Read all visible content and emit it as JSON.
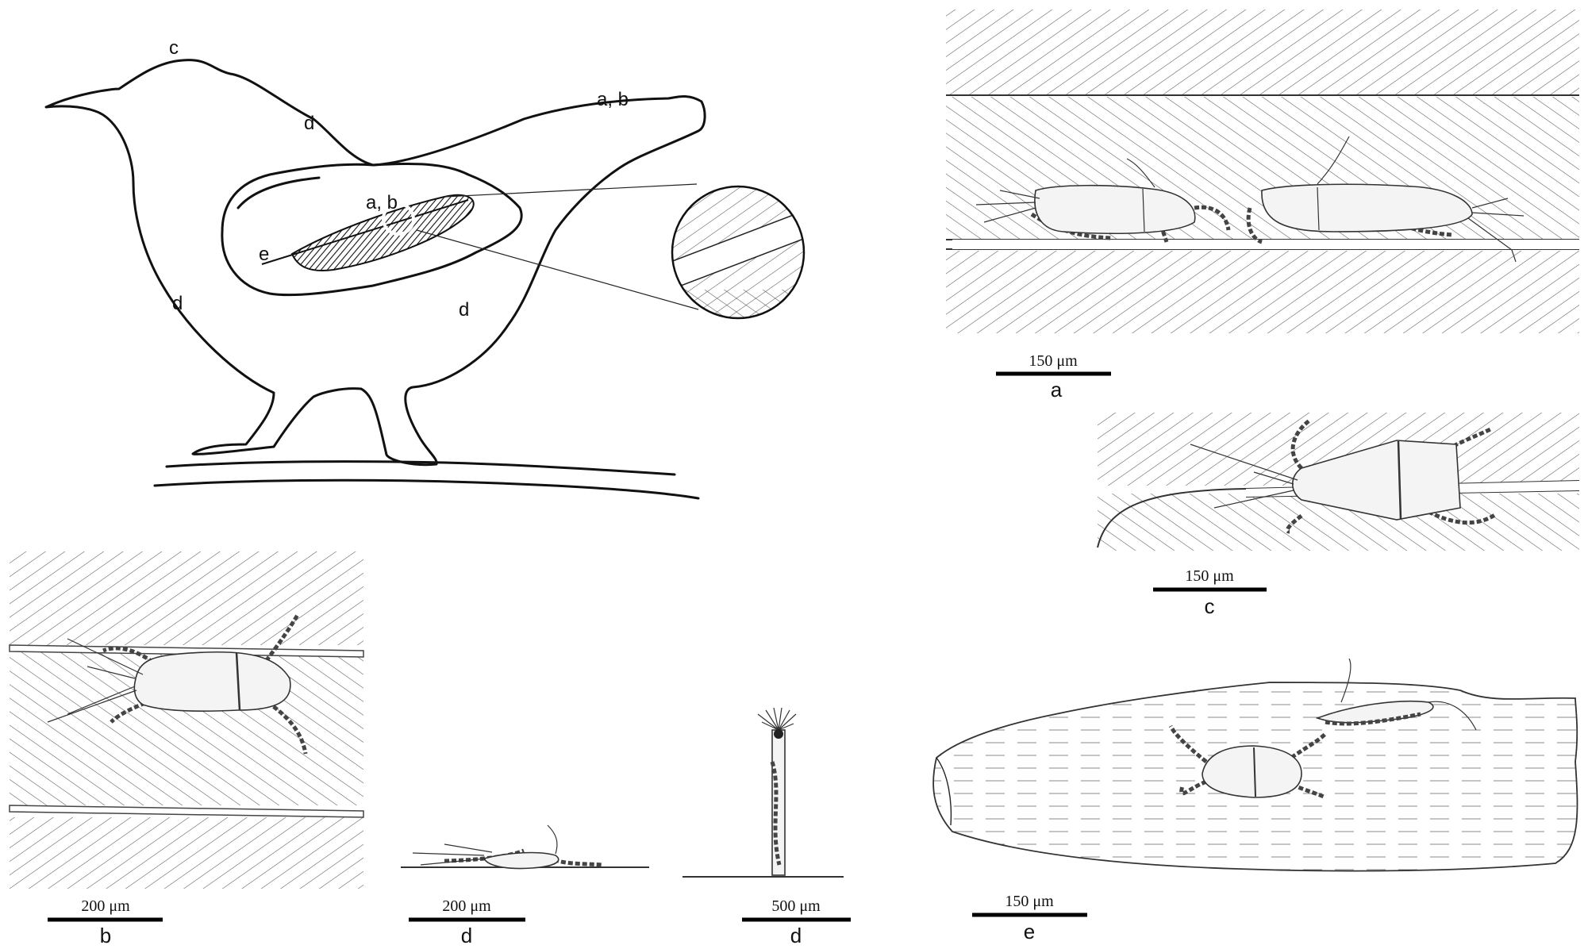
{
  "bird_labels": {
    "head": "c",
    "back": "d",
    "tail": "a, b",
    "wing_circle": "a, b",
    "feather_base": "e",
    "breast": "d",
    "belly": "d"
  },
  "panels": [
    {
      "id": "a",
      "label": "a",
      "scale": "150 μm"
    },
    {
      "id": "c",
      "label": "c",
      "scale": "150 μm"
    },
    {
      "id": "b",
      "label": "b",
      "scale": "200 μm"
    },
    {
      "id": "d1",
      "label": "d",
      "scale": "200 μm"
    },
    {
      "id": "d2",
      "label": "d",
      "scale": "500 μm"
    },
    {
      "id": "e",
      "label": "e",
      "scale": "150 μm"
    }
  ]
}
